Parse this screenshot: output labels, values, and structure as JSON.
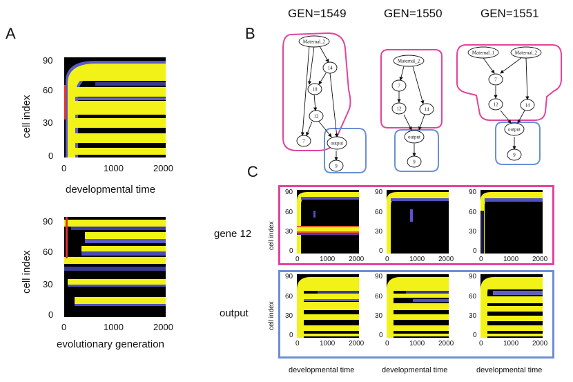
{
  "panel_letters": {
    "a": "A",
    "b": "B",
    "c": "C"
  },
  "generations": [
    "GEN=1549",
    "GEN=1550",
    "GEN=1551"
  ],
  "panel_a": {
    "top": {
      "ylabel": "cell index",
      "xlabel": "developmental time",
      "yticks": [
        "90",
        "60",
        "30",
        "0"
      ],
      "xticks": [
        "0",
        "1000",
        "2000"
      ]
    },
    "bottom": {
      "ylabel": "cell index",
      "xlabel": "evolutionary generation",
      "yticks": [
        "90",
        "60",
        "30",
        "0"
      ],
      "xticks": [
        "0",
        "1000",
        "2000"
      ]
    }
  },
  "panel_b": {
    "networks": [
      {
        "nodes": [
          "Maternal_2",
          "14",
          "10",
          "12",
          "7",
          "output",
          "9"
        ]
      },
      {
        "nodes": [
          "Maternal_2",
          "7",
          "12",
          "14",
          "output",
          "9"
        ]
      },
      {
        "nodes": [
          "Maternal_1",
          "Maternal_2",
          "7",
          "12",
          "14",
          "output",
          "9"
        ]
      }
    ]
  },
  "panel_c": {
    "row_labels": [
      "gene 12",
      "output"
    ],
    "ylabel": "cell index",
    "xlabel": "developmental time",
    "yticks": [
      "90",
      "60",
      "30",
      "0"
    ],
    "xticks": [
      "0",
      "1000",
      "2000"
    ]
  },
  "colors": {
    "magenta": "#e0449c",
    "blue": "#6b8fd6",
    "heat_yellow": "#f2f218",
    "heat_blue": "#5050c0",
    "heat_red": "#e03030",
    "heat_black": "#000000"
  }
}
